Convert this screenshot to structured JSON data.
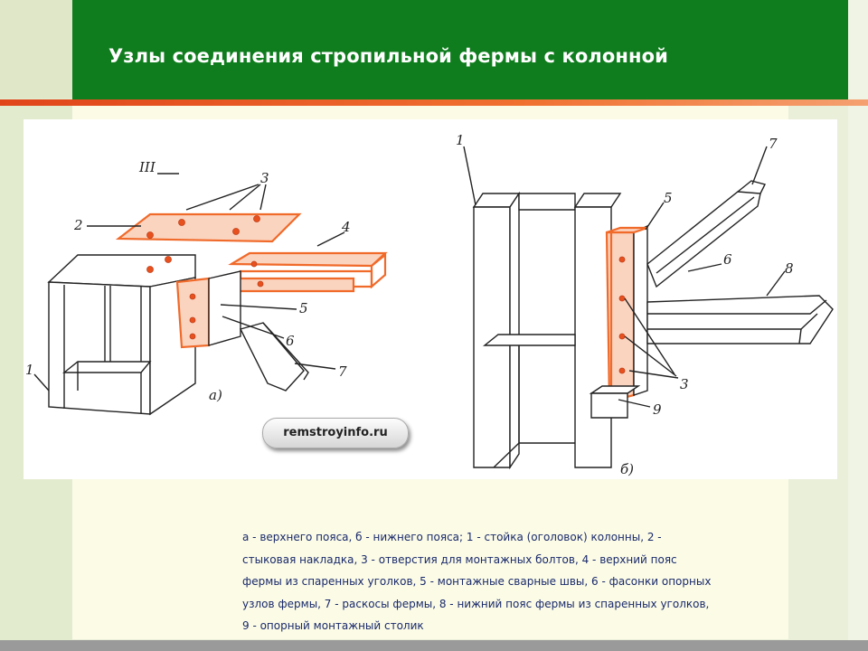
{
  "slide": {
    "title": "Узлы соединения стропильной фермы с колонной",
    "caption": "а - верхнего пояса, б - нижнего пояса; 1 - стойка (оголовок) колонны, 2 - стыковая накладка, 3 - отверстия для монтажных болтов, 4 - верхний пояс фермы из спаренных уголков, 5 - монтажные сварные швы, 6 - фасонки опорных узлов фермы, 7 - раскосы фермы, 8 - нижний пояс фермы из спаренных уголков, 9 - опорный монтажный столик",
    "watermark": "remstroyinfo.ru"
  },
  "figure": {
    "left": {
      "roman": "III",
      "caption": "а)",
      "labels": {
        "l1": "1",
        "l2": "2",
        "l3": "3",
        "l4": "4",
        "l5": "5",
        "l6": "6",
        "l7": "7"
      }
    },
    "right": {
      "caption": "б)",
      "labels": {
        "r1": "1",
        "r3": "3",
        "r5": "5",
        "r6": "6",
        "r7": "7",
        "r8": "8",
        "r9": "9"
      }
    }
  },
  "colors": {
    "header": "#0f7d1e",
    "accent_line": "#e0451a",
    "highlight": "#f06a2a",
    "caption_text": "#1a2a6b"
  }
}
